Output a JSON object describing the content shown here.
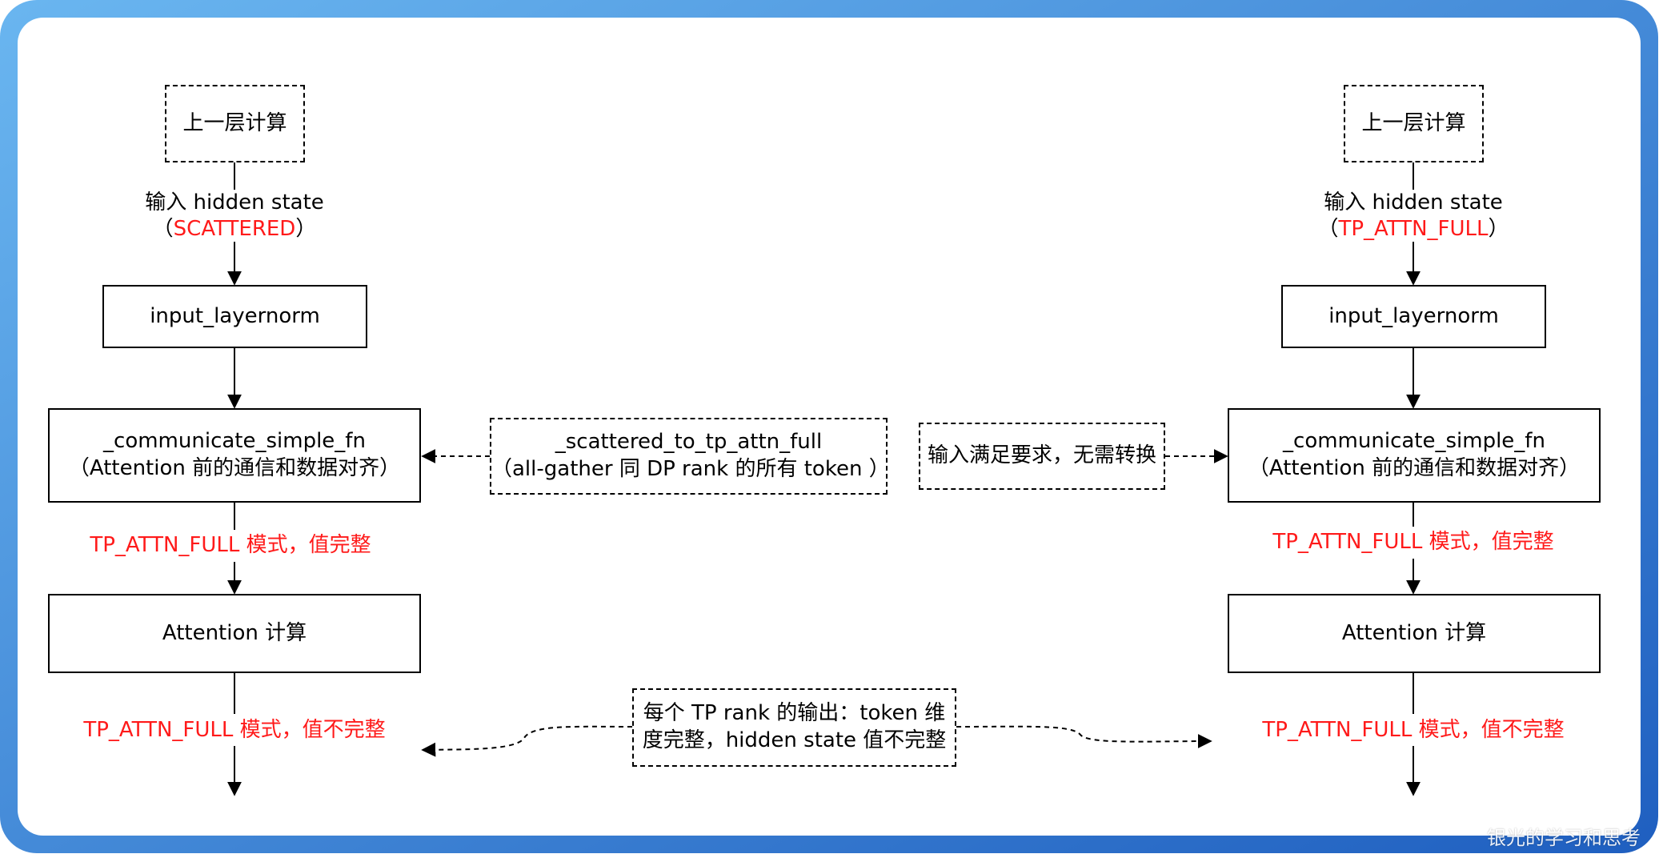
{
  "colors": {
    "frame_gradient_start": "#6ab6f0",
    "frame_gradient_end": "#1f5fc0",
    "highlight": "#ff1a1a"
  },
  "left": {
    "prev_layer": "上一层计算",
    "input_label": "输入 hidden state",
    "input_mode_open": "（",
    "input_mode": "SCATTERED",
    "input_mode_close": "）",
    "layernorm": "input_layernorm",
    "comm_title": "_communicate_simple_fn",
    "comm_sub": "（Attention 前的通信和数据对齐）",
    "mode_after_comm": "TP_ATTN_FULL 模式，值完整",
    "attention": "Attention 计算",
    "mode_after_attn": "TP_ATTN_FULL 模式，值不完整"
  },
  "right": {
    "prev_layer": "上一层计算",
    "input_label": "输入 hidden state",
    "input_mode_open": "（",
    "input_mode": "TP_ATTN_FULL",
    "input_mode_close": "）",
    "layernorm": "input_layernorm",
    "comm_title": "_communicate_simple_fn",
    "comm_sub": "（Attention 前的通信和数据对齐）",
    "mode_after_comm": "TP_ATTN_FULL 模式，值完整",
    "attention": "Attention 计算",
    "mode_after_attn": "TP_ATTN_FULL 模式，值不完整"
  },
  "notes": {
    "scattered_title": "_scattered_to_tp_attn_full",
    "scattered_sub": "（all-gather 同 DP rank 的所有 token ）",
    "no_convert": "输入满足要求，无需转换",
    "output_line1": "每个 TP rank 的输出：token 维",
    "output_line2": "度完整，hidden state 值不完整"
  },
  "watermark": "银光的学习和思考"
}
